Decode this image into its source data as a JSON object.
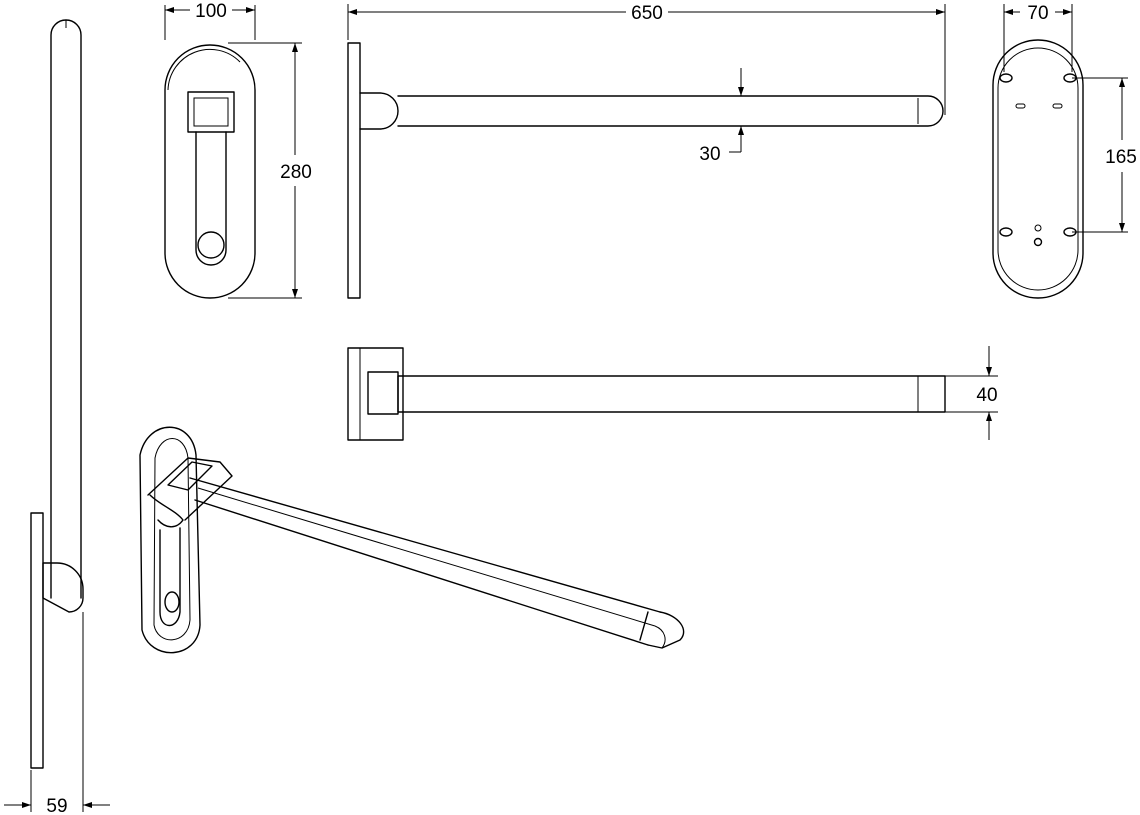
{
  "dimensions": {
    "width_top_view": "100",
    "height_top_view": "280",
    "length": "650",
    "tube_diameter": "30",
    "plate_width": "70",
    "hole_spacing": "165",
    "tube_depth": "40",
    "wall_offset": "59"
  }
}
